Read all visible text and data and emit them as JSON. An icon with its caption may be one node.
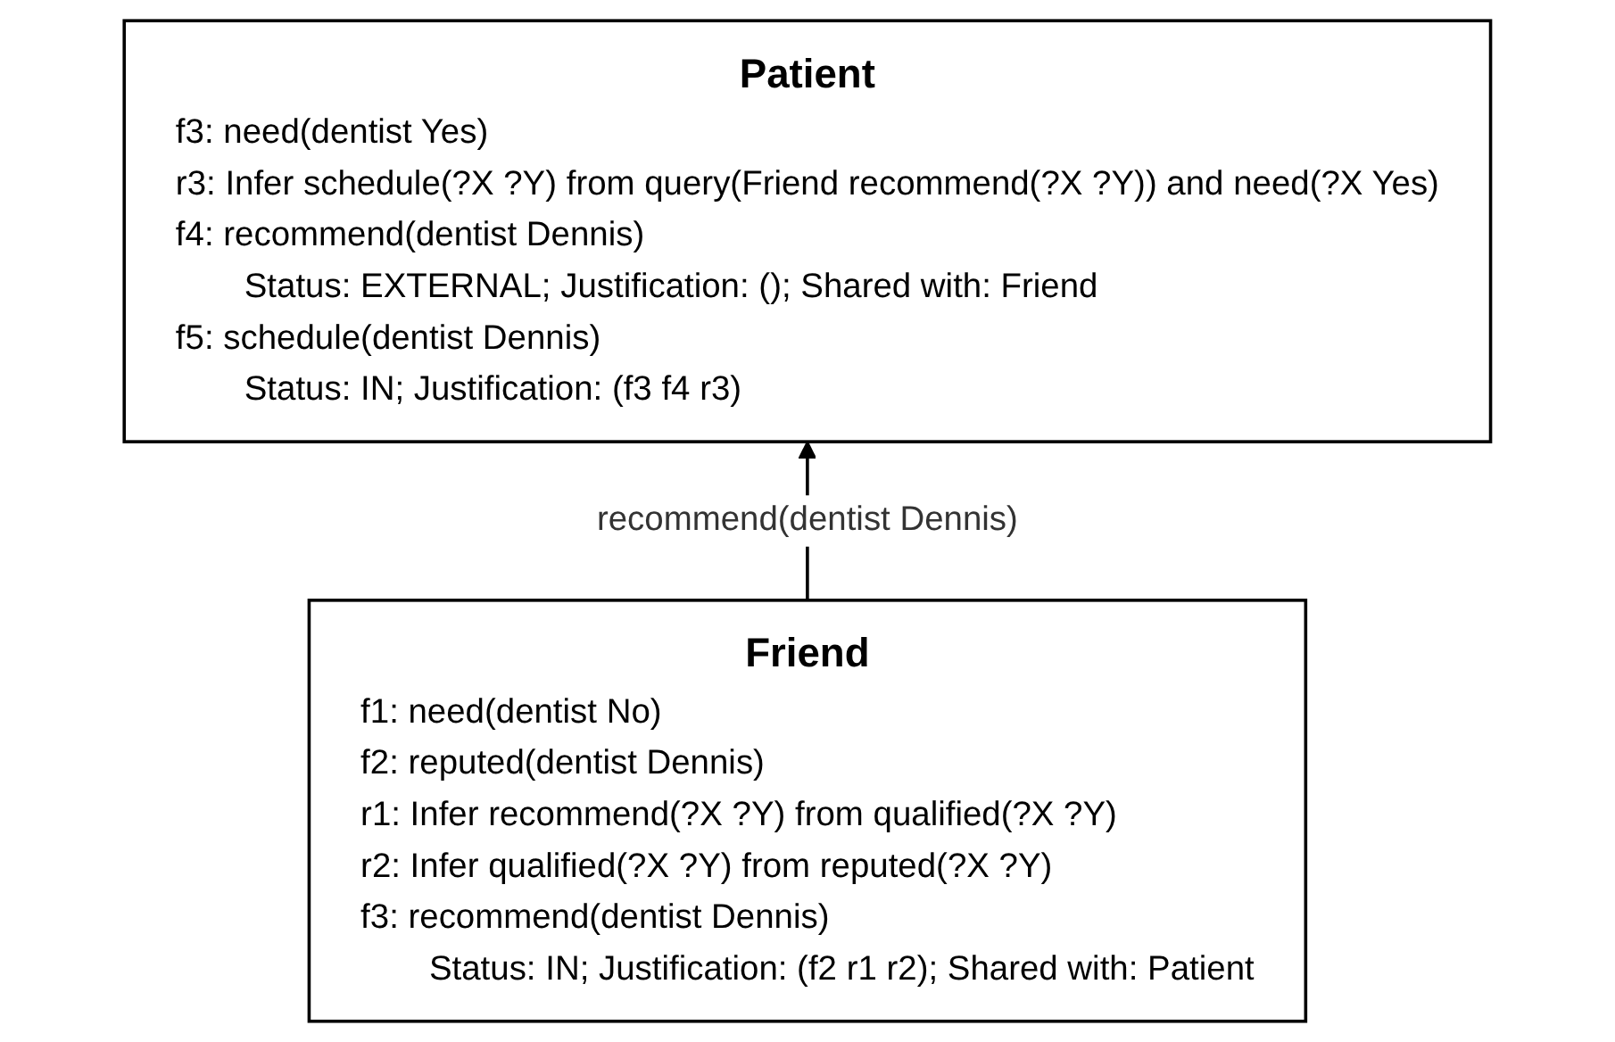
{
  "diagram": {
    "nodes": [
      {
        "text": [
          "Patient",
          "f3: need(dentist Yes)",
          "r3: Infer schedule(?X ?Y) from query(Friend recommend(?X ?Y)) and need(?X Yes)",
          "f4: recommend(dentist Dennis)",
          "Status: EXTERNAL; Justification: (); Shared with: Friend",
          "f5: schedule(dentist Dennis)",
          "Status: IN; Justification: (f3 f4 r3)"
        ]
      },
      {
        "text": [
          "Friend",
          "f1: need(dentist No)",
          "f2: reputed(dentist Dennis)",
          "r1: Infer recommend(?X ?Y) from qualified(?X ?Y)",
          "r2: Infer qualified(?X ?Y) from reputed(?X ?Y)",
          "f3: recommend(dentist Dennis)",
          "Status: IN; Justification: (f2 r1 r2); Shared with: Patient"
        ]
      }
    ],
    "edges": [
      {
        "from": 1,
        "to": 0,
        "arrow": "to",
        "label": "recommend(dentist Dennis)"
      }
    ]
  }
}
